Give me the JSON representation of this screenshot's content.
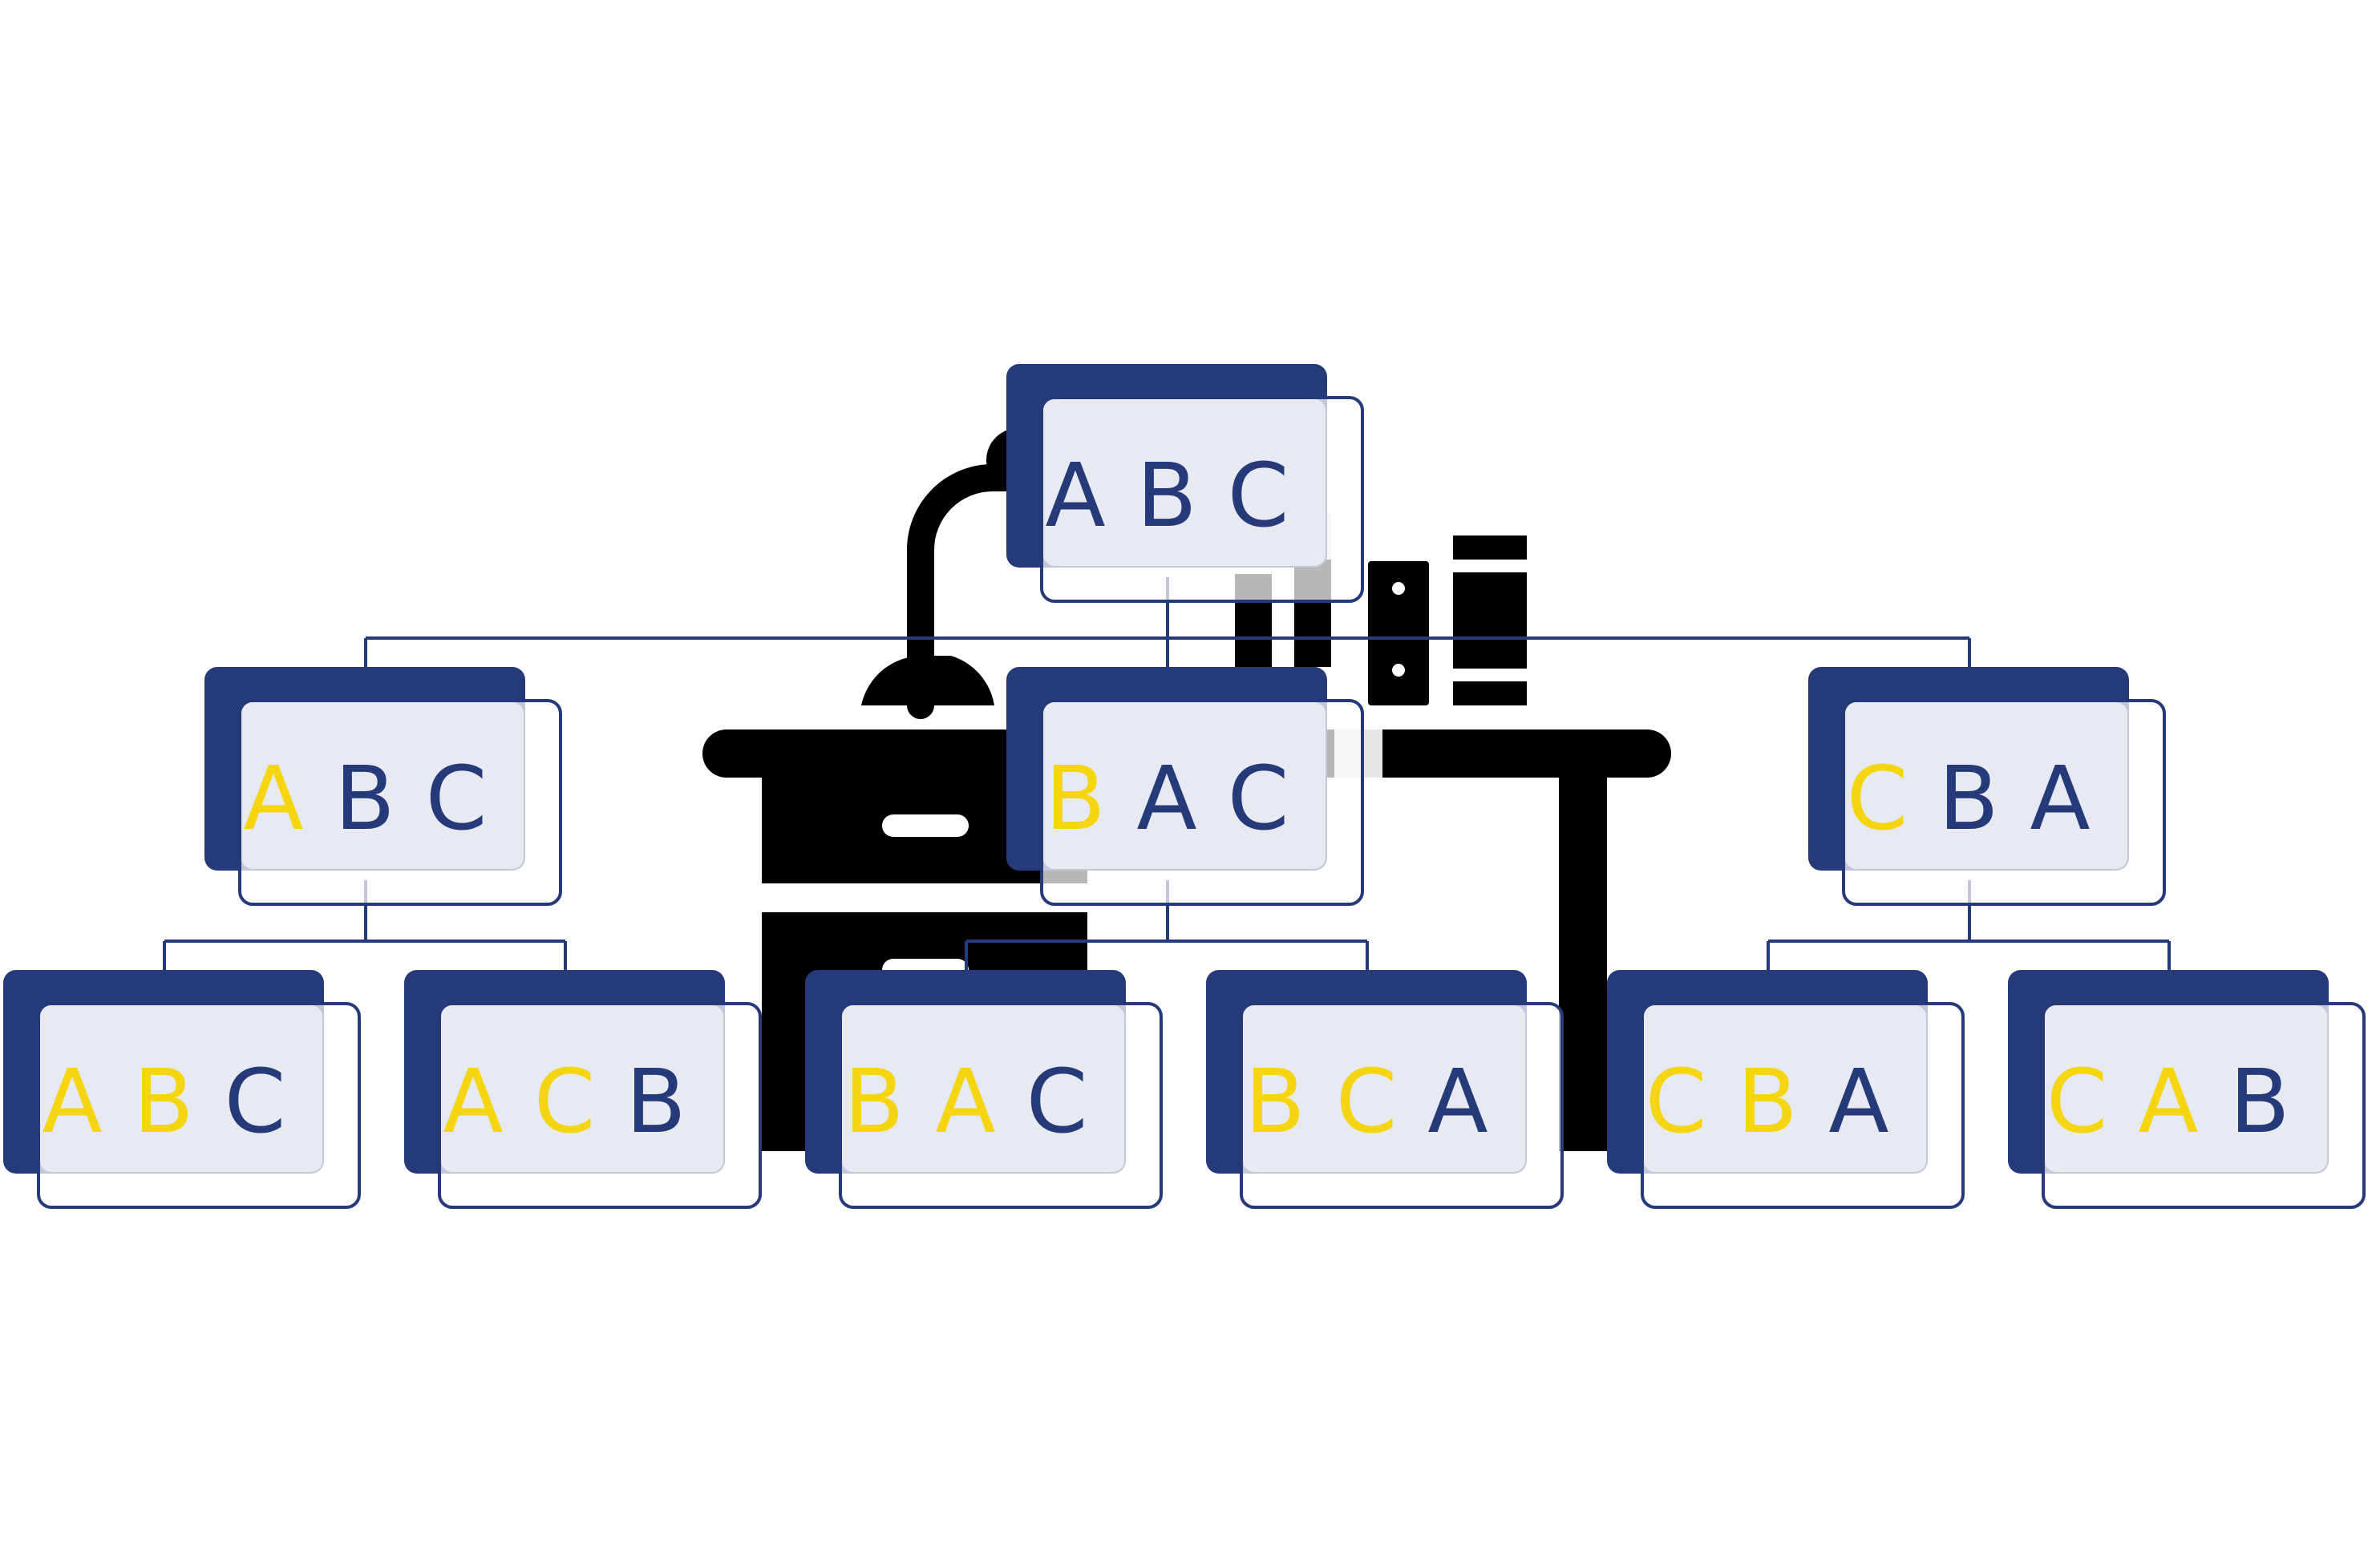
{
  "colors": {
    "navy": "#263A7A",
    "yellow": "#F5D410",
    "card_fill": "#ECEDF3",
    "background_furniture": "#000000",
    "faint_gray": "#E6E6E6"
  },
  "background_illustration": {
    "icon": "desk-with-lamp-and-books-icon"
  },
  "tree": {
    "root": {
      "letters": [
        {
          "char": "A",
          "color": "navy"
        },
        {
          "char": "B",
          "color": "navy"
        },
        {
          "char": "C",
          "color": "navy"
        }
      ]
    },
    "level1": [
      {
        "letters": [
          {
            "char": "A",
            "color": "yellow"
          },
          {
            "char": "B",
            "color": "navy"
          },
          {
            "char": "C",
            "color": "navy"
          }
        ]
      },
      {
        "letters": [
          {
            "char": "B",
            "color": "yellow"
          },
          {
            "char": "A",
            "color": "navy"
          },
          {
            "char": "C",
            "color": "navy"
          }
        ]
      },
      {
        "letters": [
          {
            "char": "C",
            "color": "yellow"
          },
          {
            "char": "B",
            "color": "navy"
          },
          {
            "char": "A",
            "color": "navy"
          }
        ]
      }
    ],
    "level2": [
      {
        "letters": [
          {
            "char": "A",
            "color": "yellow"
          },
          {
            "char": "B",
            "color": "yellow"
          },
          {
            "char": "C",
            "color": "navy"
          }
        ]
      },
      {
        "letters": [
          {
            "char": "A",
            "color": "yellow"
          },
          {
            "char": "C",
            "color": "yellow"
          },
          {
            "char": "B",
            "color": "navy"
          }
        ]
      },
      {
        "letters": [
          {
            "char": "B",
            "color": "yellow"
          },
          {
            "char": "A",
            "color": "yellow"
          },
          {
            "char": "C",
            "color": "navy"
          }
        ]
      },
      {
        "letters": [
          {
            "char": "B",
            "color": "yellow"
          },
          {
            "char": "C",
            "color": "yellow"
          },
          {
            "char": "A",
            "color": "navy"
          }
        ]
      },
      {
        "letters": [
          {
            "char": "C",
            "color": "yellow"
          },
          {
            "char": "B",
            "color": "yellow"
          },
          {
            "char": "A",
            "color": "navy"
          }
        ]
      },
      {
        "letters": [
          {
            "char": "C",
            "color": "yellow"
          },
          {
            "char": "A",
            "color": "yellow"
          },
          {
            "char": "B",
            "color": "navy"
          }
        ]
      }
    ]
  }
}
